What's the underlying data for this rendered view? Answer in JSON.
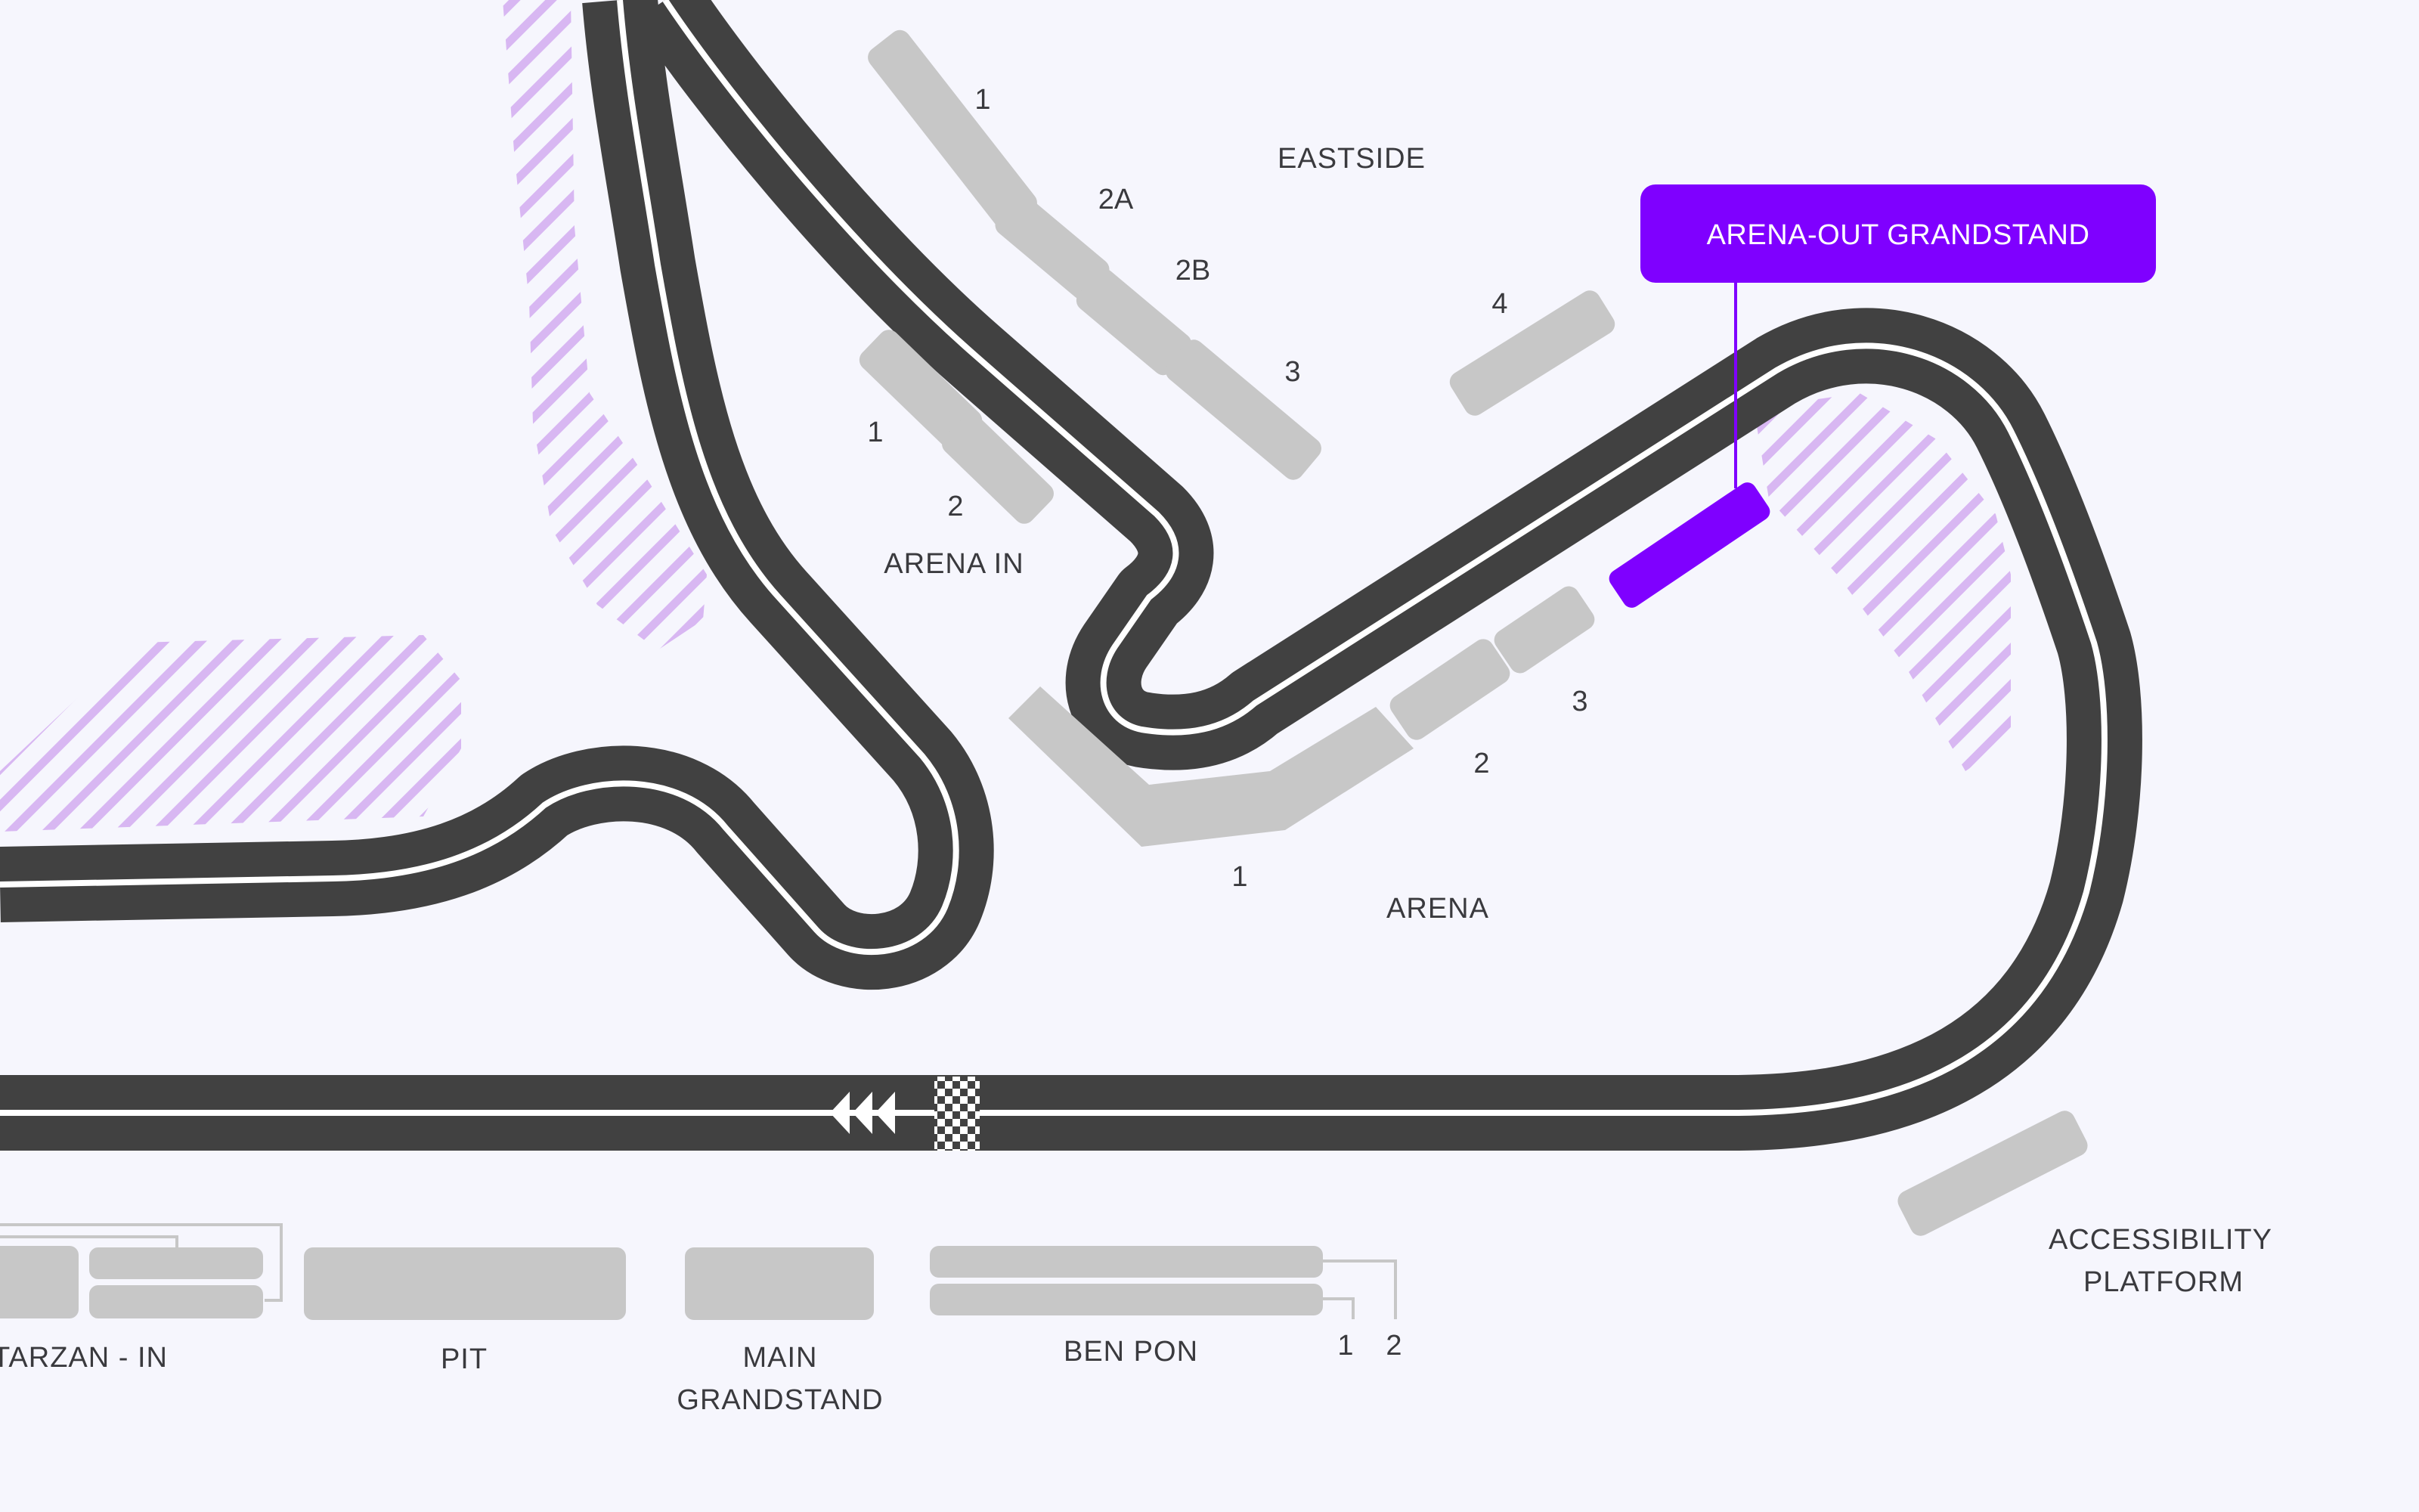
{
  "colors": {
    "background": "#f6f6fd",
    "track": "#414141",
    "track_line": "#ffffff",
    "stand": "#c7c7c7",
    "accent": "#7f00ff",
    "hatch": "#d8b7f2",
    "label": "#3a3a3e"
  },
  "callout": {
    "label": "ARENA-OUT GRANDSTAND"
  },
  "zones": {
    "eastside": "EASTSIDE",
    "arena_in": "ARENA IN",
    "arena": "ARENA",
    "accessibility_line1": "ACCESSIBILITY",
    "accessibility_line2": "PLATFORM",
    "tarzan_in": "TARZAN - IN",
    "pit": "PIT",
    "main_line1": "MAIN",
    "main_line2": "GRANDSTAND",
    "ben_pon": "BEN PON"
  },
  "stand_numbers": {
    "eastside": [
      "1",
      "2A",
      "2B",
      "3",
      "4"
    ],
    "arena_in": [
      "1",
      "2"
    ],
    "arena": [
      "1",
      "2",
      "3"
    ],
    "ben_pon": [
      "1",
      "2"
    ]
  },
  "icons": {
    "direction": "triple-chevron-left-icon",
    "finish": "checkered-flag-icon"
  }
}
